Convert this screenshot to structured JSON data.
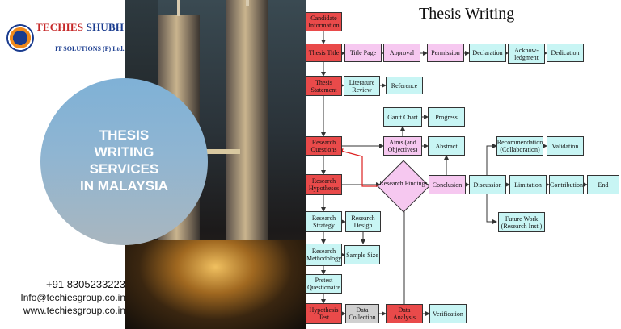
{
  "logo": {
    "line1a": "TECHIES",
    "line1b": "SHUBH DEEP",
    "line2": "IT SOLUTIONS (P) Ltd.",
    "brand_color": "#1a3c8f",
    "accent_color": "#c62828"
  },
  "hero": {
    "heading_line1": "THESIS",
    "heading_line2": "WRITING",
    "heading_line3": "SERVICES",
    "heading_line4": "IN MALAYSIA",
    "circle_color": "#8fb5d2"
  },
  "contact": {
    "phone": "+91 8305233223",
    "email": "Info@techiesgroup.co.in",
    "website": "www.techiesgroup.co.in"
  },
  "diagram": {
    "title": "Thesis Writing",
    "nodes": {
      "candidate_info": "Candidate Information",
      "thesis_title": "Thesis Title",
      "title_page": "Title Page",
      "approval": "Approval",
      "permission": "Permission",
      "declaration": "Declaration",
      "acknowledgment": "Acknow-ledgment",
      "dedication": "Dedication",
      "thesis_statement": "Thesis Statement",
      "literature_review": "Literature Review",
      "reference": "Reference",
      "gantt_chart": "Gantt Chart",
      "progress": "Progress",
      "research_questions": "Research Questions",
      "aims_objectives": "Aims (and Objectives)",
      "abstract": "Abstract",
      "recommendation": "Recommendation (Collaboration)",
      "validation": "Validation",
      "research_hypotheses": "Research Hypotheses",
      "research_findings": "Research Findings",
      "conclusion": "Conclusion",
      "discussion": "Discussion",
      "limitation": "Limitation",
      "contribution": "Contribution",
      "end": "End",
      "research_strategy": "Research Strategy",
      "research_design": "Research Design",
      "future_work": "Future Work (Research Inst.)",
      "research_methodology": "Research Methodology",
      "sample_size": "Sample Size",
      "pretest_questionaire": "Pretest Questionaire",
      "hypothesis_test": "Hypothesis Test",
      "data_collection": "Data Collection",
      "data_analysis": "Data Analysis",
      "verification": "Verification"
    },
    "colors": {
      "red": "#e94a4a",
      "cyan": "#c8f5f4",
      "pink": "#f6c8f0",
      "gray": "#d0d0d0"
    }
  }
}
